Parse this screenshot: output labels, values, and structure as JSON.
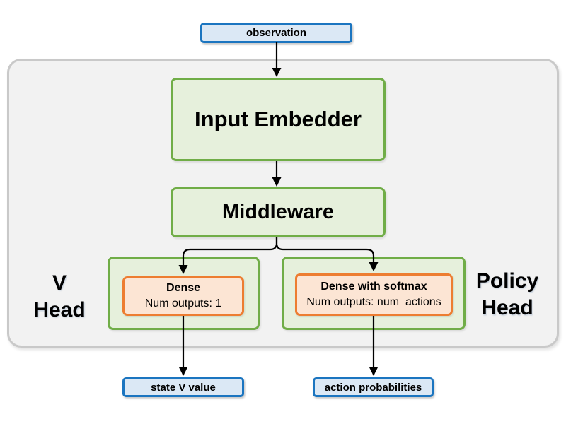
{
  "colors": {
    "canvas-bg": "#ffffff",
    "container-bg": "#f2f2f2",
    "container-border": "#c9c9c9",
    "blue-fill": "#dbe8f5",
    "blue-border": "#1b75c0",
    "green-fill": "#e6f0dc",
    "green-border": "#70ad47",
    "orange-fill": "#fce5d4",
    "orange-border": "#ed7d31",
    "arrow": "#000000",
    "text": "#000000"
  },
  "nodes": {
    "observation": "observation",
    "input_embedder": "Input Embedder",
    "middleware": "Middleware",
    "v_head_dense_title": "Dense",
    "v_head_dense_subtitle": "Num outputs: 1",
    "policy_head_dense_title": "Dense with softmax",
    "policy_head_dense_subtitle": "Num outputs: num_actions",
    "state_v_value": "state V value",
    "action_probabilities": "action probabilities"
  },
  "labels": {
    "v_head": [
      "V",
      "Head"
    ],
    "policy_head": [
      "Policy",
      "Head"
    ]
  }
}
